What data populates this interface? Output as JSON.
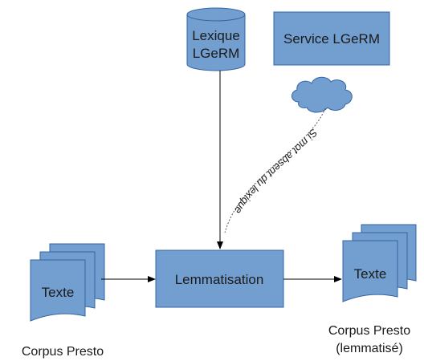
{
  "colors": {
    "box_fill": "#729fcf",
    "box_stroke": "#3465a4",
    "line": "#000000",
    "dashed": "#555555"
  },
  "nodes": {
    "lexique": {
      "line1": "Lexique",
      "line2": "LGeRM",
      "icon": "database-icon"
    },
    "service": {
      "label": "Service LGeRM"
    },
    "lemmatisation": {
      "label": "Lemmatisation"
    },
    "texte_in": {
      "label": "Texte",
      "caption": "Corpus Presto",
      "icon": "document-stack-icon"
    },
    "texte_out": {
      "label": "Texte",
      "caption_line1": "Corpus Presto",
      "caption_line2": "(lemmatisé)",
      "icon": "document-stack-icon"
    },
    "cloud": {
      "icon": "cloud-icon"
    }
  },
  "edges": {
    "dashed_label": "Si mot absent du lexique"
  }
}
